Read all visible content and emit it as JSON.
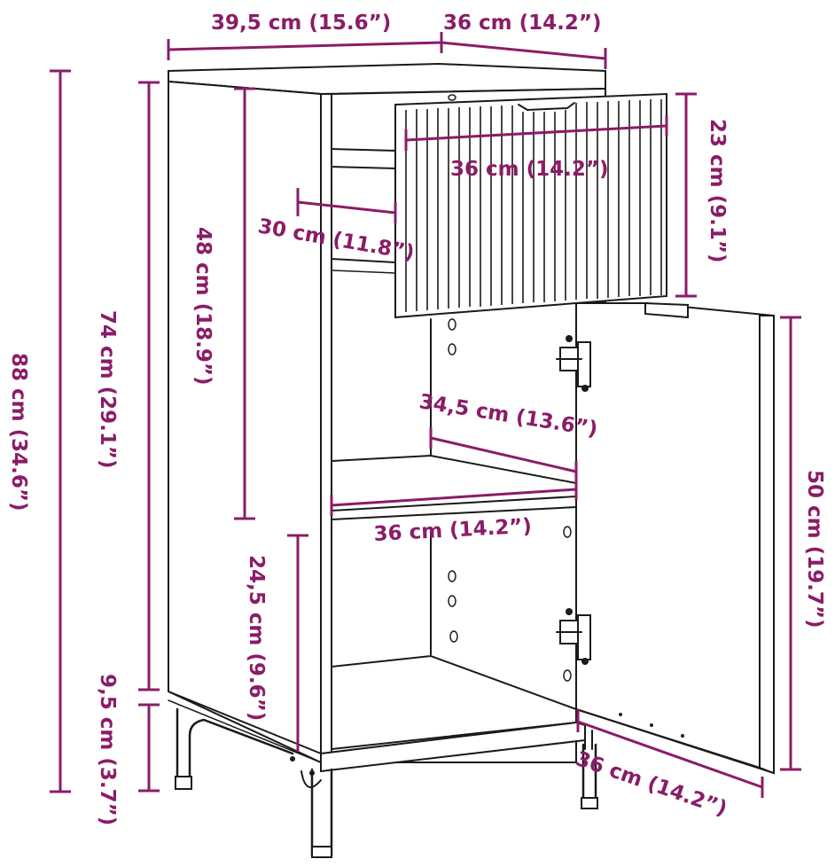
{
  "diagram": {
    "colors": {
      "dimension": "#8b1c67",
      "outline": "#1a1a1a",
      "background": "#ffffff"
    },
    "dimensions": {
      "top_width": "39,5 cm (15.6”)",
      "top_depth": "36 cm (14.2”)",
      "drawer_width": "36 cm (14.2”)",
      "drawer_height": "23 cm (9.1”)",
      "drawer_depth": "30 cm (11.8”)",
      "upper_opening_height": "48 cm (18.9”)",
      "body_height": "74 cm (29.1”)",
      "total_height": "88 cm (34.6”)",
      "shelf_depth": "34,5 cm (13.6”)",
      "shelf_width": "36 cm (14.2”)",
      "door_height": "50 cm (19.7”)",
      "lower_opening_height": "24,5 cm (9.6”)",
      "leg_height": "9,5 cm (3.7”)",
      "door_width": "36 cm (14.2”)"
    }
  }
}
